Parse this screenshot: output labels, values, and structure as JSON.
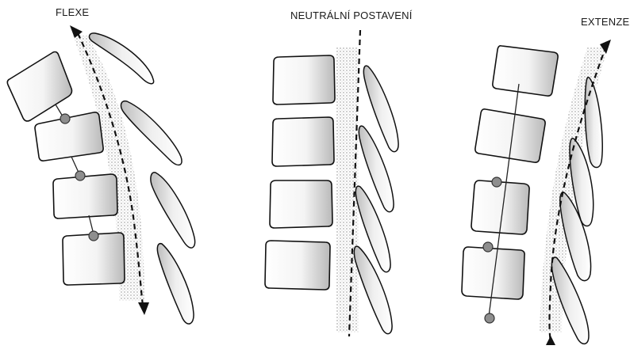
{
  "labels": {
    "flexion": "FLEXE",
    "neutral": "NEUTRÁLNÍ POSTAVENÍ",
    "extension": "EXTENZE"
  },
  "colors": {
    "line": "#111111",
    "shading": "#9a9a9a",
    "joint_dot": "#8e8e8e",
    "background": "#ffffff"
  }
}
